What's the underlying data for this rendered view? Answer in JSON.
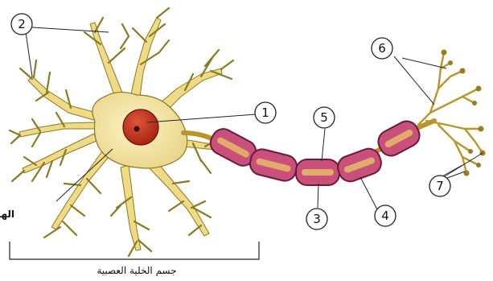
{
  "labels": {
    "l1": "1",
    "l2": "2",
    "l3": "3",
    "l4": "4",
    "l5": "5",
    "l6": "6",
    "l7": "7",
    "cytoplasm": "الهيولى",
    "cell_body": "جسم الخلية العصبية"
  },
  "colors": {
    "cell_fill": "#f2e28c",
    "cell_stroke": "#8a7a22",
    "nucleus": "#c2321f",
    "nucleolus": "#3a0e08",
    "myelin": "#c9507a",
    "myelin_stroke": "#6b1a3a",
    "axon_core": "#e3b56a"
  }
}
